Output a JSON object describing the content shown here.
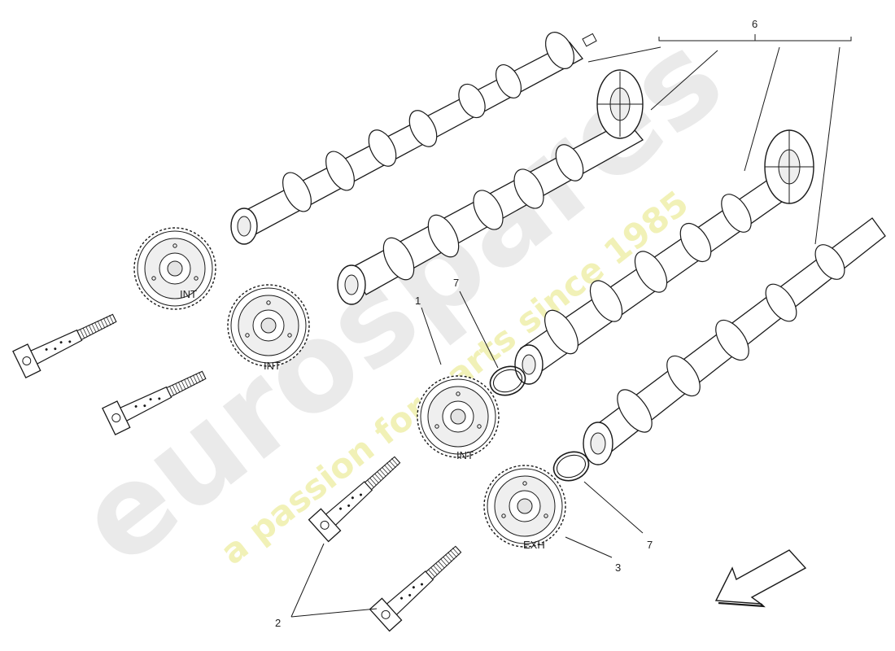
{
  "diagram": {
    "callouts": {
      "c1": "1",
      "c2": "2",
      "c3": "3",
      "c6": "6",
      "c7a": "7",
      "c7b": "7"
    },
    "gear_marks": [
      "INT",
      "INT",
      "INT",
      "EXH"
    ]
  },
  "watermark": {
    "brand": "eurospares",
    "tagline": "a passion for parts since 1985",
    "colors": {
      "brand": "#d9d9d9",
      "tagline": "#ecec9a"
    }
  },
  "colors": {
    "line": "#1a1a1a",
    "fill": "#ffffff",
    "shade": "#e9e9e9"
  },
  "icons": {
    "direction": "arrow-down-left-icon"
  }
}
